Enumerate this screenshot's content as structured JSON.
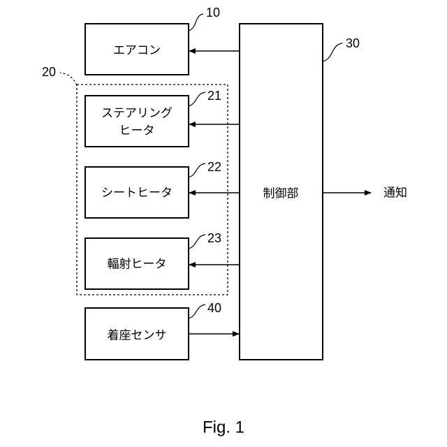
{
  "figure": {
    "caption": "Fig. 1"
  },
  "blocks": {
    "aircon": {
      "label": "エアコン",
      "ref": "10"
    },
    "heater_group": {
      "ref": "20"
    },
    "steering_heater": {
      "label_line1": "ステアリング",
      "label_line2": "ヒータ",
      "ref": "21"
    },
    "seat_heater": {
      "label": "シートヒータ",
      "ref": "22"
    },
    "radiant_heater": {
      "label": "輻射ヒータ",
      "ref": "23"
    },
    "seat_sensor": {
      "label": "着座センサ",
      "ref": "40"
    },
    "controller": {
      "label": "制御部",
      "ref": "30"
    }
  },
  "output": {
    "label": "通知"
  },
  "colors": {
    "line": "#000000",
    "background": "#ffffff"
  }
}
